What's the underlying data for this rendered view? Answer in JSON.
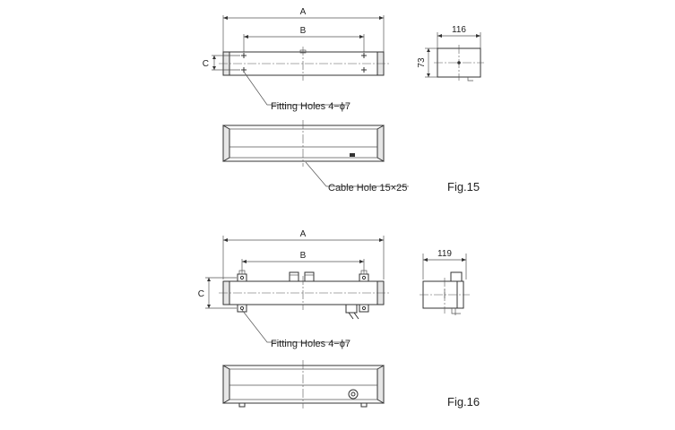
{
  "fig15": {
    "label": "Fig.15",
    "dim_a": "A",
    "dim_b": "B",
    "dim_c": "C",
    "dim_width": "116",
    "dim_height": "73",
    "fitting_holes": "Fitting Holes 4−ϕ7",
    "cable_hole": "Cable Hole 15×25"
  },
  "fig16": {
    "label": "Fig.16",
    "dim_a": "A",
    "dim_b": "B",
    "dim_c": "C",
    "dim_width": "119",
    "fitting_holes": "Fitting Holes 4−ϕ7"
  }
}
